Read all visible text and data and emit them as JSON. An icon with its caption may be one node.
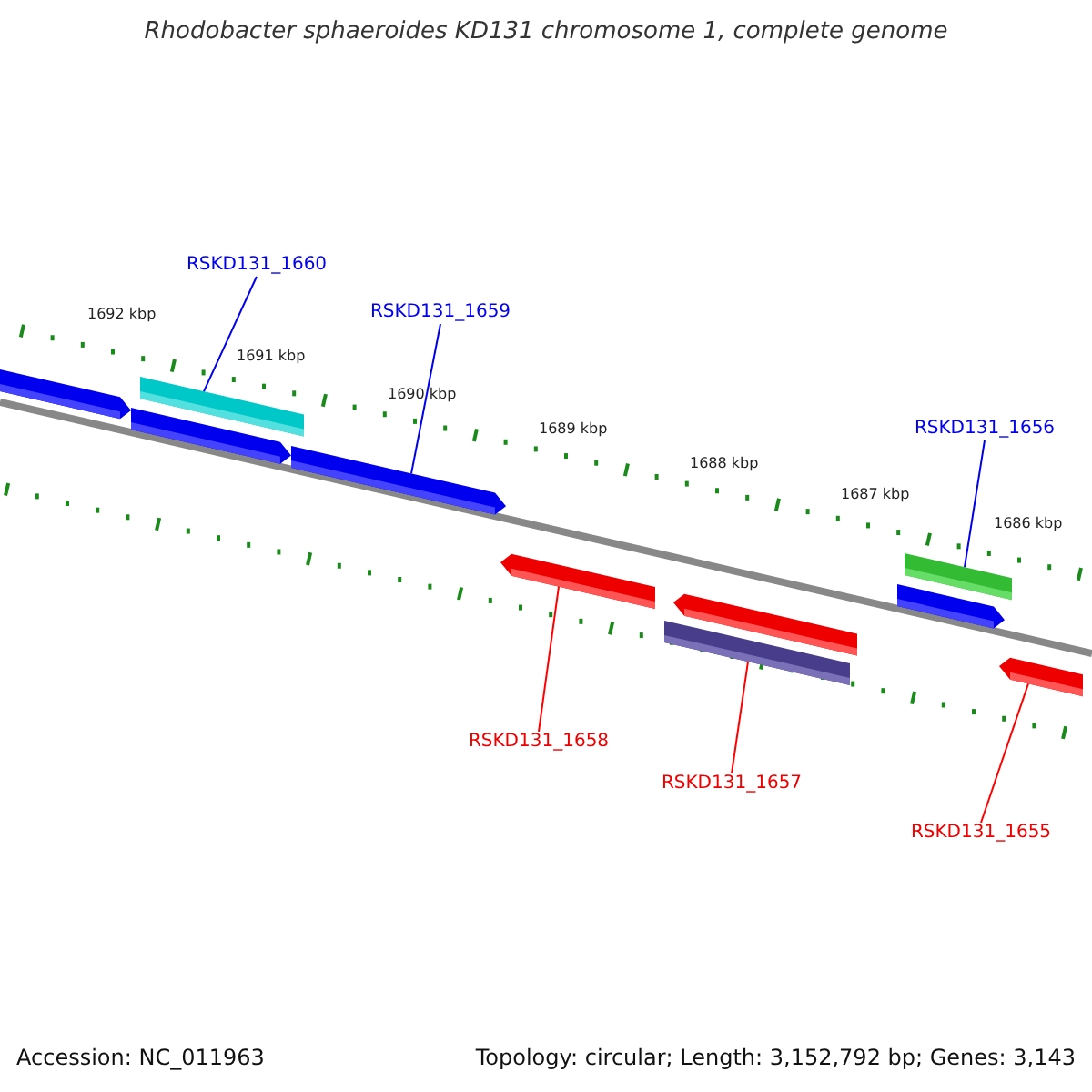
{
  "diagram": {
    "title": "Rhodobacter sphaeroides KD131 chromosome 1, complete genome",
    "nodes": [
      {
        "text": [
          "RSKD131_1660"
        ]
      },
      {
        "text": [],
        "shape": "bar"
      },
      {
        "text": [
          "RSKD131_1659"
        ]
      },
      {
        "text": [],
        "shape": "arrow"
      },
      {
        "text": [
          "RSKD131_1656"
        ]
      },
      {
        "text": [],
        "shape": "bar"
      },
      {
        "text": [
          "RSKD131_1658"
        ]
      },
      {
        "text": [],
        "shape": "arrow"
      },
      {
        "text": [
          "RSKD131_1657"
        ]
      },
      {
        "text": [],
        "shape": "bar"
      },
      {
        "text": [
          "RSKD131_1655"
        ]
      },
      {
        "text": [],
        "shape": "arrow"
      },
      {
        "text": [],
        "shape": "arrow"
      },
      {
        "text": [],
        "shape": "arrow"
      },
      {
        "text": [],
        "shape": "arrow"
      },
      {
        "text": [],
        "shape": "arrow"
      }
    ],
    "edges": [
      {
        "from": 0,
        "to": 1,
        "arrow": "none"
      },
      {
        "from": 2,
        "to": 3,
        "arrow": "none"
      },
      {
        "from": 4,
        "to": 5,
        "arrow": "none"
      },
      {
        "from": 6,
        "to": 7,
        "arrow": "none",
        "color": "#ff0000"
      },
      {
        "from": 8,
        "to": 9,
        "arrow": "none",
        "color": "#ff0000"
      },
      {
        "from": 10,
        "to": 11,
        "arrow": "none",
        "color": "#ff0000"
      }
    ],
    "labels": [
      "1692 kbp",
      "1691 kbp",
      "1690 kbp",
      "1689 kbp",
      "1688 kbp",
      "1687 kbp",
      "1686 kbp",
      "Accession: NC_011963",
      "Topology: circular; Length: 3,152,792 bp; Genes: 3,143"
    ]
  }
}
